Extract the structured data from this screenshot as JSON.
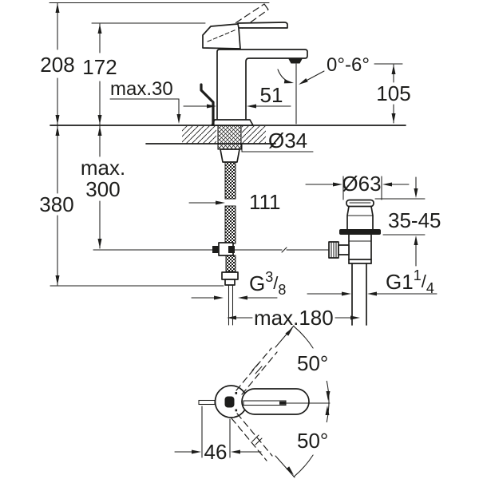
{
  "drawing": {
    "type": "technical-dimension-drawing",
    "subject": "single-lever basin mixer with pop-up waste, front view and top view",
    "colors": {
      "line": "#1d1d1b",
      "background": "#ffffff"
    }
  },
  "labels": {
    "total_height": "208",
    "spout_top_height": "172",
    "deck_thickness_max": "max.30",
    "spout_reach": "51",
    "spout_angle": "0°-6°",
    "outlet_clearance": "105",
    "hole_diameter": "Ø34",
    "hose_length_max_line1": "max.",
    "hose_length_max_line2": "300",
    "supply_depth": "380",
    "hose_projection": "111",
    "waste_flange_diameter": "Ø63",
    "waste_deck_range": "35-45",
    "supply_thread": {
      "prefix": "G",
      "numerator": "3",
      "slash": "/",
      "denominator": "8"
    },
    "waste_thread": {
      "prefix": "G1",
      "numerator": "1",
      "slash": "/",
      "denominator": "4"
    },
    "center_distance_max": "max.180",
    "swivel_angle_upper": "50°",
    "swivel_angle_lower": "50°",
    "rod_offset": "46"
  }
}
